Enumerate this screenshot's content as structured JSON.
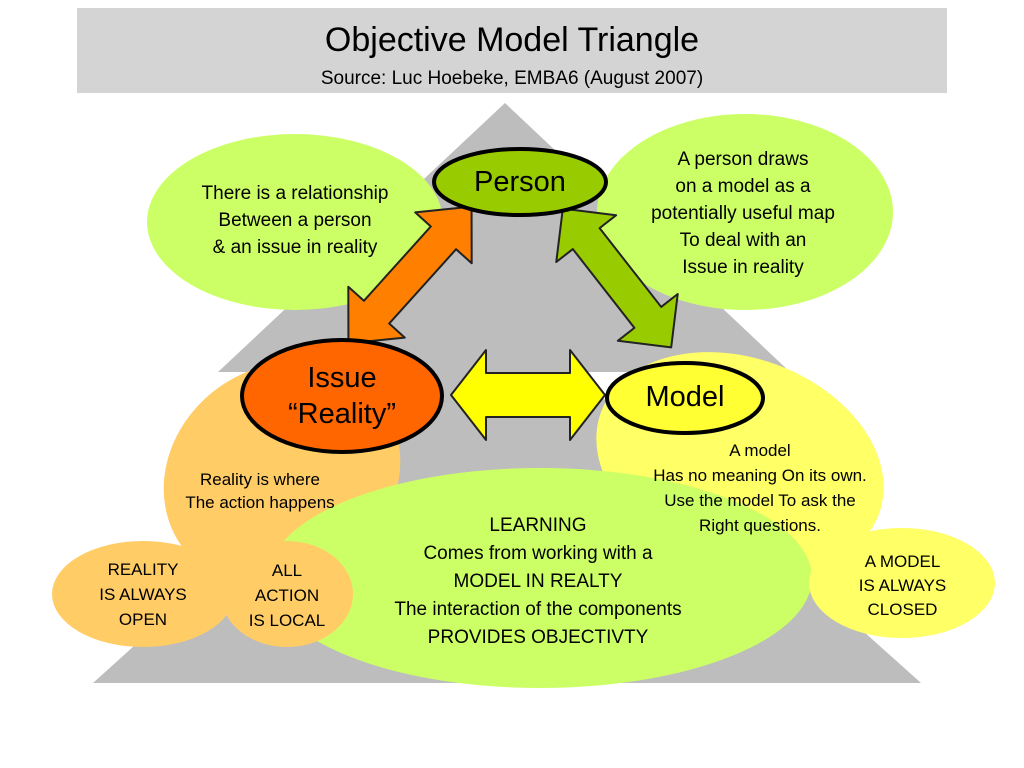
{
  "header": {
    "title": "Objective Model Triangle",
    "subtitle": "Source: Luc Hoebeke, EMBA6 (August 2007)"
  },
  "nodes": {
    "person": {
      "label": "Person",
      "fill": "#99cc00"
    },
    "issue": {
      "lines": [
        "Issue",
        "“Reality”"
      ],
      "fill": "#ff6600"
    },
    "model": {
      "label": "Model",
      "fill": "#ffff33"
    }
  },
  "bubbles": {
    "relationship": {
      "lines": [
        "There is a relationship",
        "Between a person",
        "& an issue in reality"
      ]
    },
    "person_draws": {
      "lines": [
        "A person draws",
        "on a model  as a",
        "potentially useful map",
        "To deal with an",
        "Issue in reality"
      ]
    },
    "reality_where": {
      "lines": [
        "Reality is where",
        "The action happens"
      ]
    },
    "model_meaning": {
      "lines": [
        "A model",
        "Has no meaning On its own.",
        "Use the model To ask the",
        "Right questions."
      ]
    },
    "learning": {
      "lines": [
        "LEARNING",
        "Comes from working with a",
        "MODEL IN REALTY",
        "The interaction of the components",
        "PROVIDES OBJECTIVTY"
      ]
    },
    "reality_open": {
      "lines": [
        "REALITY",
        "IS ALWAYS",
        "OPEN"
      ]
    },
    "action_local": {
      "lines": [
        "ALL",
        "ACTION",
        "IS LOCAL"
      ]
    },
    "model_closed": {
      "lines": [
        "A MODEL",
        "IS ALWAYS",
        "CLOSED"
      ]
    }
  },
  "colors": {
    "header_bg": "#d4d4d4",
    "triangle": "#bdbdbd",
    "green_light": "#ccff66",
    "orange_light": "#ffcc66",
    "yellow_light": "#ffff66",
    "arrow_orange": "#ff7f00",
    "arrow_green": "#99cc00",
    "arrow_yellow": "#ffff00"
  }
}
